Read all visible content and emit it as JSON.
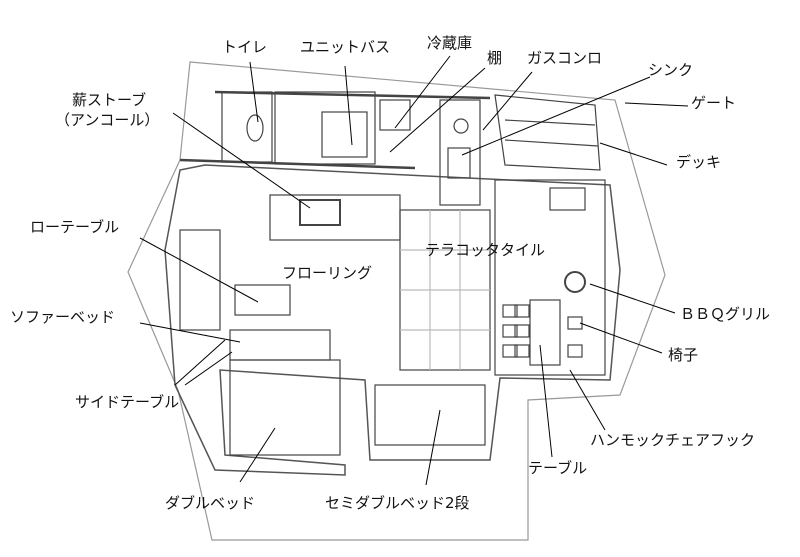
{
  "labels": {
    "toilet": "トイレ",
    "unit_bath": "ユニットバス",
    "fridge": "冷蔵庫",
    "shelf": "棚",
    "gas_stove": "ガスコンロ",
    "sink": "シンク",
    "gate": "ゲート",
    "wood_stove": "薪ストーブ",
    "wood_stove_sub": "（アンコール）",
    "deck": "デッキ",
    "low_table": "ローテーブル",
    "terracotta": "テラコッタタイル",
    "flooring": "フローリング",
    "bbq_grill": "ＢＢＱグリル",
    "sofa_bed": "ソファーベッド",
    "chair": "椅子",
    "side_table": "サイドテーブル",
    "hammock_hook": "ハンモックチェアフック",
    "table": "テーブル",
    "double_bed": "ダブルベッド",
    "semi_double_bunk": "セミダブルベッド2段"
  }
}
